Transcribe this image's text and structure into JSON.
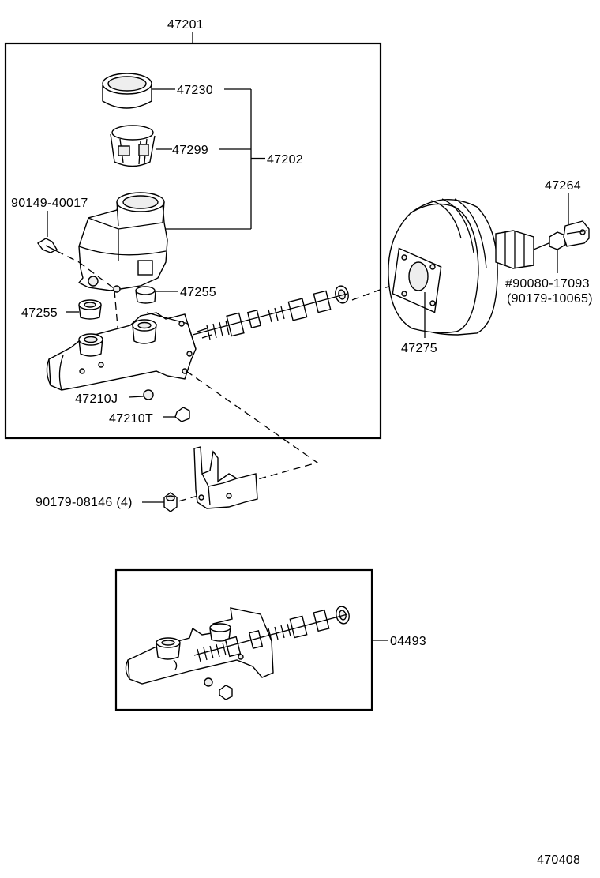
{
  "labels": {
    "assembly": "47201",
    "cap": "47230",
    "strainer": "47299",
    "reservoir": "47202",
    "reservoir_screw": "90149-40017",
    "grommet_right": "47255",
    "grommet_left": "47255",
    "plug_j": "47210J",
    "plug_t": "47210T",
    "bracket_nut": "90179-08146 (4)",
    "booster": "47275",
    "clevis": "47264",
    "clevis_nut": "#90080-17093",
    "clevis_nut_alt": "(90179-10065)",
    "repair_kit": "04493",
    "page_code": "470408"
  }
}
